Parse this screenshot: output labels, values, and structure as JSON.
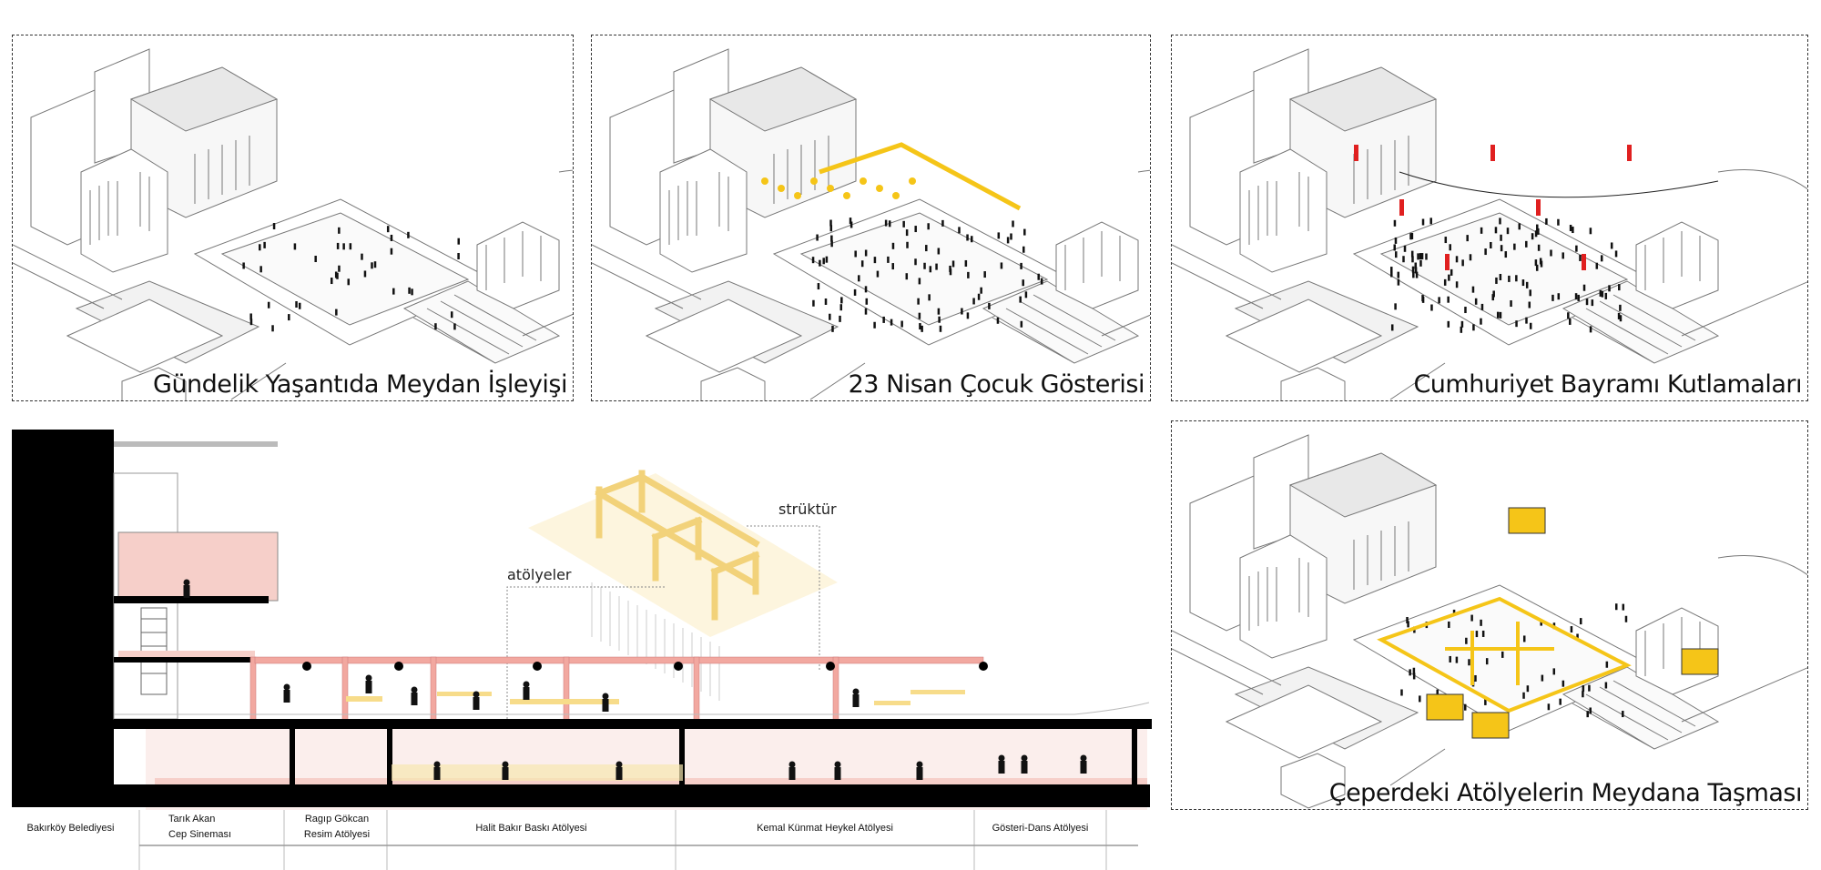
{
  "panels": [
    {
      "title": "Gündelik Yaşantıda Meydan İşleyişi"
    },
    {
      "title": "23 Nisan Çocuk Gösterisi"
    },
    {
      "title": "Cumhuriyet Bayramı Kutlamaları"
    },
    {
      "title": "Çeperdeki Atölyelerin Meydana Taşması"
    }
  ],
  "section": {
    "annotations": {
      "structure": "strüktür",
      "workshops": "atölyeler"
    },
    "labels": [
      "Bakırköy Belediyesi",
      "Tarık Akan\nCep Sineması",
      "Ragıp Gökcan\nResim Atölyesi",
      "Halit Bakır Baskı Atölyesi",
      "Kemal Künmat Heykel Atölyesi",
      "Gösteri-Dans Atölyesi"
    ]
  },
  "colors": {
    "yellow": "#f5c518",
    "pink": "#f4b8b0",
    "red": "#e02020",
    "light_yellow": "#f7e3a6"
  }
}
